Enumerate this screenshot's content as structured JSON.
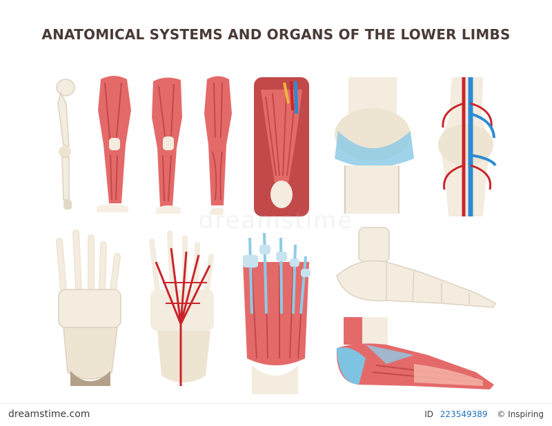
{
  "title": "ANATOMICAL SYSTEMS AND ORGANS OF THE LOWER LIMBS",
  "footer": {
    "logo": "dreamstime.com",
    "id_label": "ID",
    "id_value": "223549389",
    "credit": "© Inspiring"
  },
  "colors": {
    "bone": "#f3ecdf",
    "bone_shade": "#ddd1bf",
    "muscle": "#e46a6a",
    "muscle_dark": "#c24949",
    "tendon": "#fbf1ea",
    "ligament": "#8ecbe6",
    "artery": "#c9242b",
    "vein": "#2d8ad4",
    "fat_blue": "#7fc3e3",
    "nerve": "#f0b63b",
    "title": "#4a3a36",
    "heel": "#b5a089"
  },
  "panels": [
    {
      "id": "leg-skeleton",
      "icon": "leg-bones-icon"
    },
    {
      "id": "leg-muscles-front",
      "icon": "leg-muscles-front-icon"
    },
    {
      "id": "leg-muscles-side",
      "icon": "leg-muscles-side-icon"
    },
    {
      "id": "leg-muscles-back",
      "icon": "leg-muscles-back-icon"
    },
    {
      "id": "thigh-muscle-closeup",
      "icon": "thigh-muscle-icon"
    },
    {
      "id": "knee-joint",
      "icon": "knee-joint-icon"
    },
    {
      "id": "knee-vessels",
      "icon": "knee-vessels-icon"
    },
    {
      "id": "foot-skeleton",
      "icon": "foot-bones-icon"
    },
    {
      "id": "foot-arteries",
      "icon": "foot-arteries-icon"
    },
    {
      "id": "foot-tendons",
      "icon": "foot-tendons-icon"
    },
    {
      "id": "foot-bones-side",
      "icon": "foot-side-bones-icon"
    },
    {
      "id": "foot-muscles-side",
      "icon": "foot-side-muscles-icon"
    }
  ]
}
